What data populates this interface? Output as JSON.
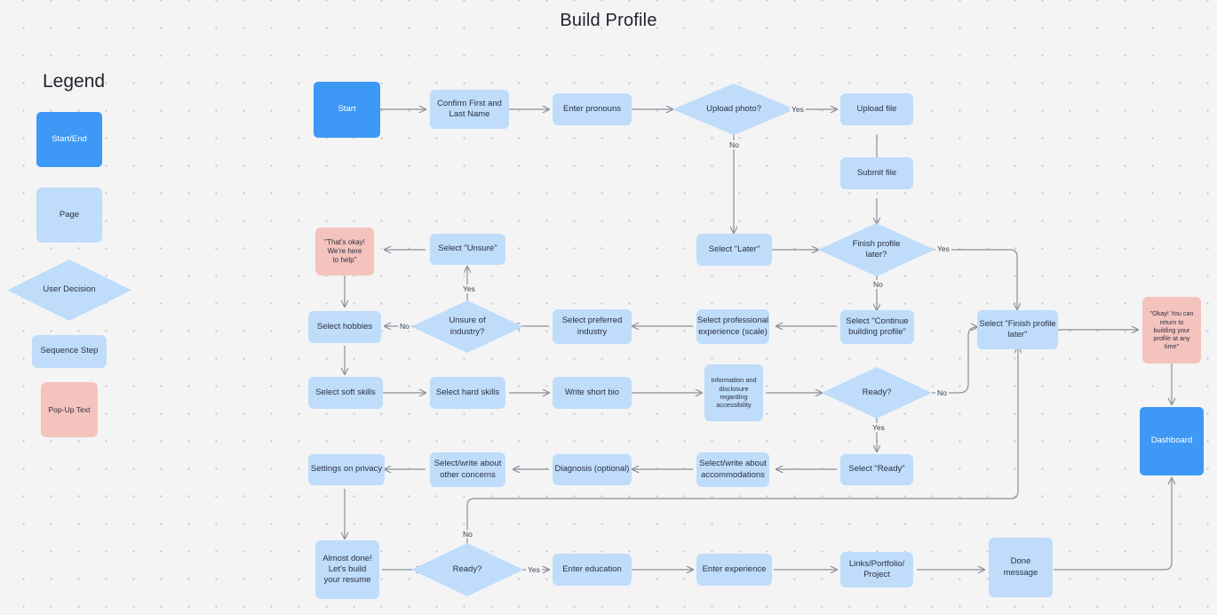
{
  "diagram": {
    "title": "Build Profile",
    "type": "flowchart",
    "background": "#f4f4f5",
    "colors": {
      "terminal": "#3d99f5",
      "process": "#bfdcfb",
      "decision": "#bfdcfb",
      "popup": "#f4c3bd",
      "edge": "#8a8f99",
      "text_dark": "#2a3140",
      "text_light": "#ffffff"
    }
  },
  "legend": {
    "heading": "Legend",
    "items": [
      {
        "label": "Start/End",
        "shape": "rounded-rect",
        "color": "#3d99f5"
      },
      {
        "label": "Page",
        "shape": "rounded-rect",
        "color": "#bfdcfb"
      },
      {
        "label": "User Decision",
        "shape": "diamond",
        "color": "#bfdcfb"
      },
      {
        "label": "Sequence Step",
        "shape": "rounded-rect",
        "color": "#bfdcfb"
      },
      {
        "label": "Pop-Up Text",
        "shape": "rounded-rect",
        "color": "#f4c3bd"
      }
    ]
  },
  "nodes": [
    {
      "id": "start",
      "label": "Start",
      "type": "terminal"
    },
    {
      "id": "confirm-name",
      "label": "Confirm First and Last Name",
      "type": "process"
    },
    {
      "id": "pronouns",
      "label": "Enter pronouns",
      "type": "process"
    },
    {
      "id": "upload-photo",
      "label": "Upload photo?",
      "type": "decision"
    },
    {
      "id": "upload-file",
      "label": "Upload file",
      "type": "process"
    },
    {
      "id": "submit-file",
      "label": "Submit file",
      "type": "process"
    },
    {
      "id": "select-later",
      "label": "Select \"Later\"",
      "type": "process"
    },
    {
      "id": "finish-later-q",
      "label": "Finish profile later?",
      "type": "decision"
    },
    {
      "id": "continue-build",
      "label": "Select \"Continue building profile\"",
      "type": "process"
    },
    {
      "id": "finish-later",
      "label": "Select \"Finish profile later\"",
      "type": "process"
    },
    {
      "id": "okay-return",
      "label": "\"Okay! You can return to building your profile at any time\"",
      "type": "popup"
    },
    {
      "id": "dashboard",
      "label": "Dashboard",
      "type": "terminal"
    },
    {
      "id": "prof-exp",
      "label": "Select professional experience (scale)",
      "type": "process"
    },
    {
      "id": "pref-industry",
      "label": "Select preferred industry",
      "type": "process"
    },
    {
      "id": "unsure-q",
      "label": "Unsure of industry?",
      "type": "decision"
    },
    {
      "id": "select-unsure",
      "label": "Select \"Unsure\"",
      "type": "process"
    },
    {
      "id": "thats-okay",
      "label": "\"That's okay! We're here to help\"",
      "type": "popup"
    },
    {
      "id": "hobbies",
      "label": "Select hobbies",
      "type": "process"
    },
    {
      "id": "soft-skills",
      "label": "Select soft skills",
      "type": "process"
    },
    {
      "id": "hard-skills",
      "label": "Select hard skills",
      "type": "process"
    },
    {
      "id": "short-bio",
      "label": "Write short bio",
      "type": "process"
    },
    {
      "id": "accessibility",
      "label": "Information and disclosure regarding accessibility",
      "type": "process"
    },
    {
      "id": "ready-q1",
      "label": "Ready?",
      "type": "decision"
    },
    {
      "id": "select-ready",
      "label": "Select \"Ready\"",
      "type": "process"
    },
    {
      "id": "accommodations",
      "label": "Select/write about accommodations",
      "type": "process"
    },
    {
      "id": "diagnosis",
      "label": "Diagnosis (optional)",
      "type": "process"
    },
    {
      "id": "other-concerns",
      "label": "Select/write about other concerns",
      "type": "process"
    },
    {
      "id": "privacy",
      "label": "Settings on privacy",
      "type": "process"
    },
    {
      "id": "almost-done",
      "label": "Almost done! Let's build your resume",
      "type": "process"
    },
    {
      "id": "ready-q2",
      "label": "Ready?",
      "type": "decision"
    },
    {
      "id": "education",
      "label": "Enter education",
      "type": "process"
    },
    {
      "id": "experience",
      "label": "Enter experience",
      "type": "process"
    },
    {
      "id": "links",
      "label": "Links/Portfolio/ Project",
      "type": "process"
    },
    {
      "id": "done-msg",
      "label": "Done message",
      "type": "process"
    }
  ],
  "edge_labels": {
    "upload_yes": "Yes",
    "upload_no": "No",
    "finish_yes": "Yes",
    "finish_no": "No",
    "unsure_yes": "Yes",
    "unsure_no": "No",
    "ready1_yes": "Yes",
    "ready1_no": "No",
    "ready2_yes": "Yes",
    "ready2_no": "No"
  },
  "node_text": {
    "start": "Start",
    "confirm_name_l1": "Confirm First and",
    "confirm_name_l2": "Last Name",
    "pronouns": "Enter pronouns",
    "upload_photo": "Upload photo?",
    "upload_file": "Upload file",
    "submit_file": "Submit file",
    "select_later": "Select \"Later\"",
    "finish_later_q_l1": "Finish profile",
    "finish_later_q_l2": "later?",
    "continue_build_l1": "Select \"Continue",
    "continue_build_l2": "building profile\"",
    "finish_later_l1": "Select \"Finish profile",
    "finish_later_l2": "later\"",
    "okay_return_l1": "\"Okay! You can",
    "okay_return_l2": "return to",
    "okay_return_l3": "building your",
    "okay_return_l4": "profile at any",
    "okay_return_l5": "time\"",
    "dashboard": "Dashboard",
    "prof_exp_l1": "Select professional",
    "prof_exp_l2": "experience (scale)",
    "pref_industry_l1": "Select preferred",
    "pref_industry_l2": "industry",
    "unsure_q_l1": "Unsure of",
    "unsure_q_l2": "industry?",
    "select_unsure": "Select \"Unsure\"",
    "thats_okay_l1": "\"That's okay!",
    "thats_okay_l2": "We're here",
    "thats_okay_l3": "to help\"",
    "hobbies": "Select hobbies",
    "soft_skills": "Select soft skills",
    "hard_skills": "Select hard skills",
    "short_bio": "Write short bio",
    "accessibility_l1": "Information and",
    "accessibility_l2": "disclosure",
    "accessibility_l3": "regarding",
    "accessibility_l4": "accessibility",
    "ready_q1": "Ready?",
    "select_ready": "Select \"Ready\"",
    "accommodations_l1": "Select/write about",
    "accommodations_l2": "accommodations",
    "diagnosis": "Diagnosis (optional)",
    "other_concerns_l1": "Select/write about",
    "other_concerns_l2": "other concerns",
    "privacy": "Settings on privacy",
    "almost_done_l1": "Almost done!",
    "almost_done_l2": "Let's build",
    "almost_done_l3": "your resume",
    "ready_q2": "Ready?",
    "education": "Enter education",
    "experience": "Enter experience",
    "links_l1": "Links/Portfolio/",
    "links_l2": "Project",
    "done_msg_l1": "Done",
    "done_msg_l2": "message"
  }
}
